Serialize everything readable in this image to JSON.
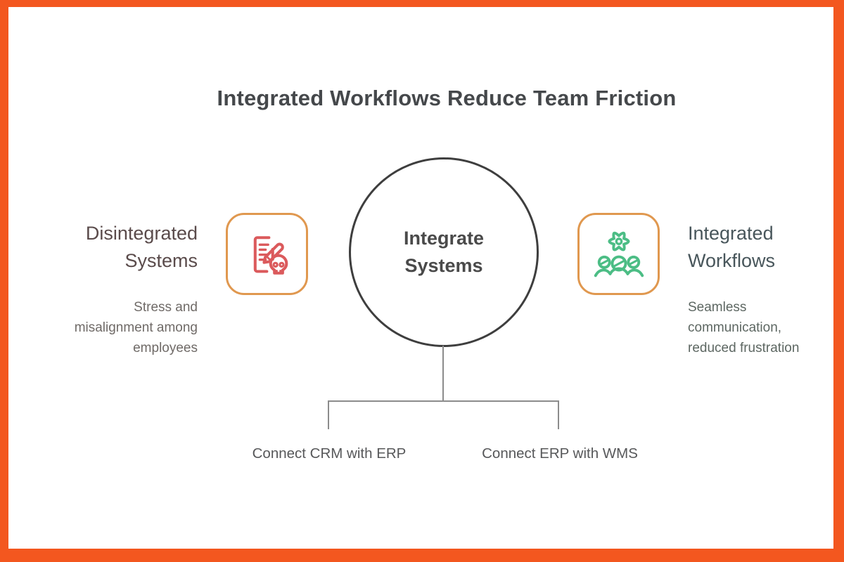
{
  "title": "Integrated Workflows Reduce Team Friction",
  "center_node": {
    "label": "Integrate\nSystems"
  },
  "left_item": {
    "heading": "Disintegrated\nSystems",
    "description": "Stress and\nmisalignment among\nemployees",
    "icon": "document-pencil-skull-icon"
  },
  "right_item": {
    "heading": "Integrated\nWorkflows",
    "description": "Seamless\ncommunication,\nreduced frustration",
    "icon": "team-gear-icon"
  },
  "branches": [
    {
      "label": "Connect CRM with ERP"
    },
    {
      "label": "Connect ERP with WMS"
    }
  ],
  "colors": {
    "frame_orange": "#F3571F",
    "icon_box_border": "#E0984F",
    "icon_red": "#DB5A5C",
    "icon_green": "#4CBD85",
    "title_text": "#45484B",
    "circle_stroke": "#3E3E3E",
    "circle_text": "#4A4A4A",
    "heading_left": "#5A4B4B",
    "heading_right": "#48565B",
    "body_text_left": "#6F6A67",
    "body_text_right": "#5D6762",
    "connector_line": "#8C8C8C",
    "branch_label": "#57585A"
  }
}
